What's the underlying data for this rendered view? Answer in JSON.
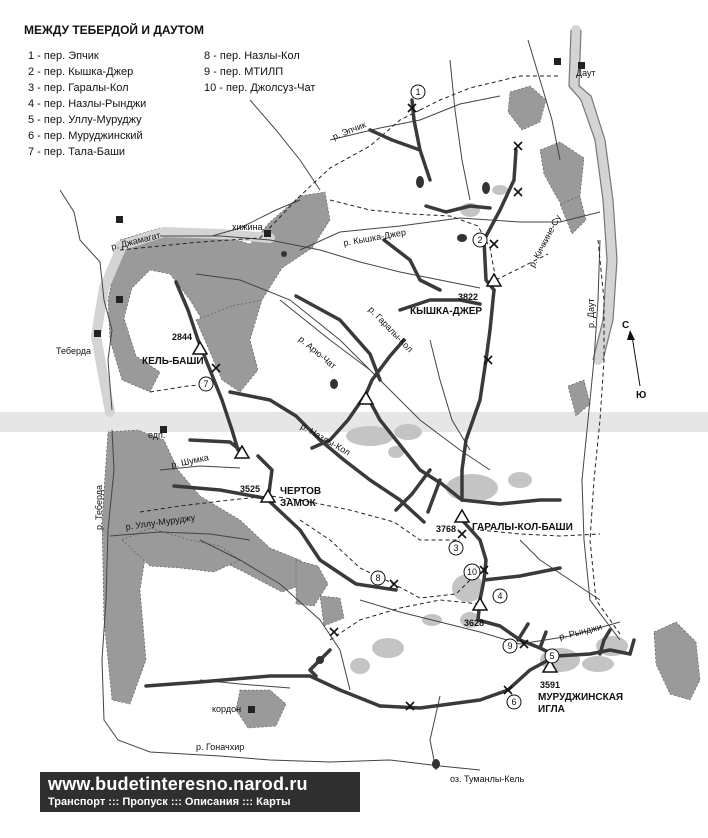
{
  "legend": {
    "title": "МЕЖДУ ТЕБЕРДОЙ И ДАУТОМ",
    "passes_col1": [
      "1 - пер. Эпчик",
      "2 - пер. Кышка-Джер",
      "3 - пер. Гаралы-Кол",
      "4 - пер. Назлы-Рынджи",
      "5 - пер. Уллу-Муруджу",
      "6 - пер. Муруджинский",
      "7 - пер. Тала-Баши"
    ],
    "passes_col2": [
      "8 - пер. Назлы-Кол",
      "9 - пер. МТИЛП",
      "10 - пер. Джолсуз-Чат"
    ]
  },
  "places": {
    "daut": "Даут",
    "teberda": "Теберда",
    "hut": "хижина",
    "edp": "едп.",
    "cordon": "кордон"
  },
  "rivers": {
    "epchik": "р. Эпчик",
    "dzhamagat": "р. Джамагат",
    "kyshka_dzher": "р. Кышка-Джер",
    "kichkine_su": "р. Кичкине-Су",
    "daut": "р. Даут",
    "garaly_kol": "р. Гаралы-Кол",
    "aryu_chat": "р. Арю-Чат",
    "shumka": "р. Шумка",
    "teberda": "р. Теберда",
    "ullu_murudzhu": "р. Уллу-Муруджу",
    "nazly_kol": "р. Назлы-Кол",
    "rynzhi": "р. Рынджи",
    "gonachkhir": "р. Гоначхир",
    "lake": "оз. Туманлы-Кель"
  },
  "peaks": {
    "kyshka_dzher": {
      "name": "КЫШКА-ДЖЕР",
      "height": "3822"
    },
    "kel_bashi": {
      "name": "КЕЛЬ-БАШИ",
      "height": "2844"
    },
    "chertov_zamok": {
      "name1": "ЧЕРТОВ",
      "name2": "ЗАМОК",
      "height": "3525"
    },
    "garaly_kol_bashi": {
      "name": "ГАРАЛЫ-КОЛ-БАШИ",
      "height": "3768"
    },
    "peak_3628": {
      "height": "3628"
    },
    "murudzhinskaya_igla": {
      "name1": "МУРУДЖИНСКАЯ",
      "name2": "ИГЛА",
      "height": "3591"
    }
  },
  "compass": {
    "north": "С",
    "south": "Ю"
  },
  "pass_numbers": [
    "1",
    "2",
    "3",
    "4",
    "5",
    "6",
    "7",
    "8",
    "9",
    "10"
  ],
  "footer": {
    "site": "www.budetinteresno.narod.ru",
    "nav": "Транспорт ::: Пропуск ::: Описания ::: Карты"
  },
  "colors": {
    "forest": "#9a9a9a",
    "glacier": "#c4c4c4",
    "ridge": "#3a3a3a",
    "river": "#444444",
    "road": "#d9d9d9",
    "footer_bg": "#2f2f2f"
  }
}
